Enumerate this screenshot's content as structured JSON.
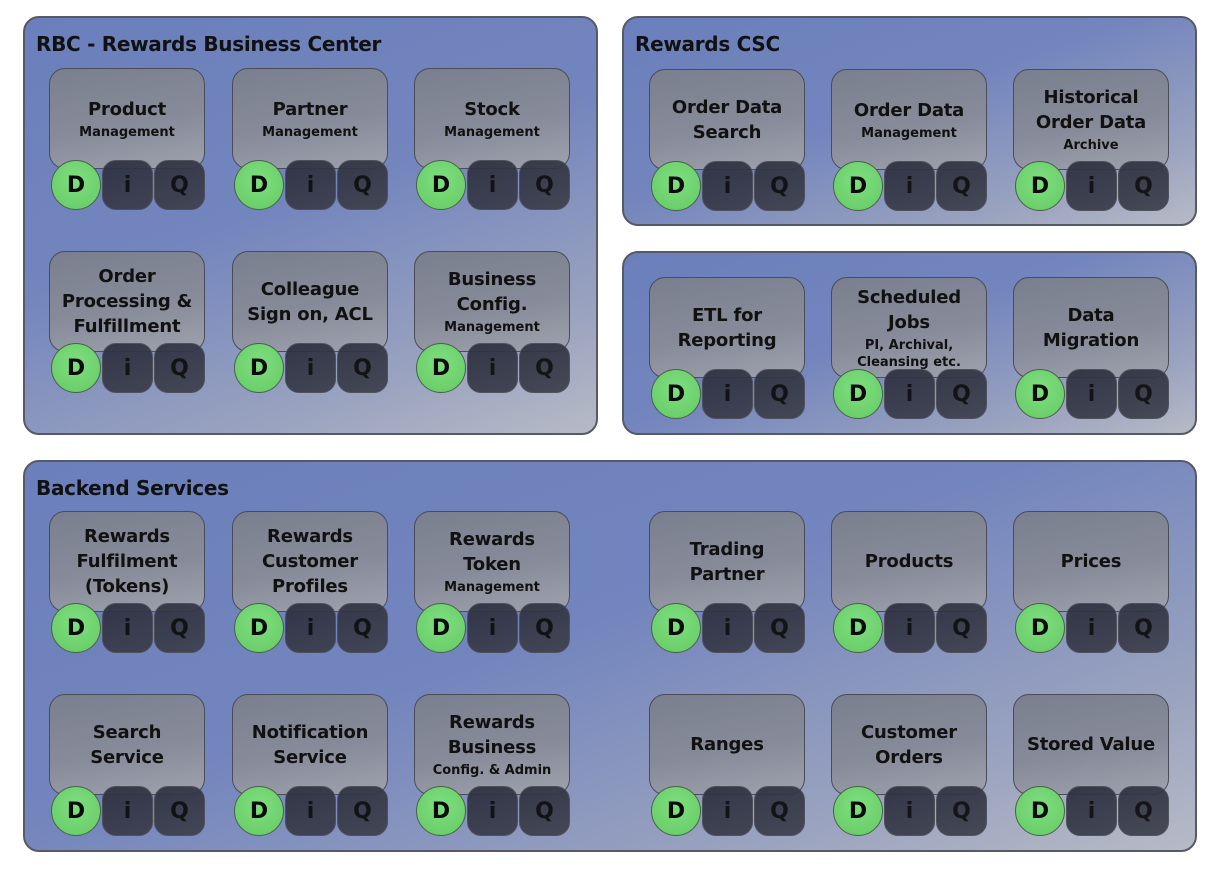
{
  "panels": {
    "rbc": {
      "title": "RBC - Rewards Business Center",
      "tiles": [
        {
          "title": "Product",
          "subtitle": "Management"
        },
        {
          "title": "Partner",
          "subtitle": "Management"
        },
        {
          "title": "Stock",
          "subtitle": "Management"
        },
        {
          "title": "Order\nProcessing &\nFulfillment",
          "subtitle": ""
        },
        {
          "title": "Colleague\nSign on, ACL",
          "subtitle": ""
        },
        {
          "title": "Business\nConfig.",
          "subtitle": "Management"
        }
      ]
    },
    "csc": {
      "title": "Rewards CSC",
      "tiles": [
        {
          "title": "Order Data\nSearch",
          "subtitle": ""
        },
        {
          "title": "Order Data",
          "subtitle": "Management"
        },
        {
          "title": "Historical\nOrder Data",
          "subtitle": "Archive"
        }
      ]
    },
    "jobs": {
      "tiles": [
        {
          "title": "ETL for\nReporting",
          "subtitle": ""
        },
        {
          "title": "Scheduled\nJobs",
          "subtitle": "PI, Archival,\nCleansing etc."
        },
        {
          "title": "Data\nMigration",
          "subtitle": ""
        }
      ]
    },
    "backend": {
      "title": "Backend Services",
      "tiles": [
        {
          "title": "Rewards\nFulfilment\n(Tokens)",
          "subtitle": ""
        },
        {
          "title": "Rewards\nCustomer\nProfiles",
          "subtitle": ""
        },
        {
          "title": "Rewards\nToken",
          "subtitle": "Management"
        },
        {
          "title": "Trading\nPartner",
          "subtitle": ""
        },
        {
          "title": "Products",
          "subtitle": ""
        },
        {
          "title": "Prices",
          "subtitle": ""
        },
        {
          "title": "Search\nService",
          "subtitle": ""
        },
        {
          "title": "Notification\nService",
          "subtitle": ""
        },
        {
          "title": "Rewards\nBusiness",
          "subtitle": "Config. & Admin"
        },
        {
          "title": "Ranges",
          "subtitle": ""
        },
        {
          "title": "Customer\nOrders",
          "subtitle": ""
        },
        {
          "title": "Stored Value",
          "subtitle": ""
        }
      ]
    }
  },
  "badges": {
    "d": "D",
    "i": "i",
    "q": "Q"
  },
  "colors": {
    "panel_blue": "#6a7fbc",
    "badge_green": "#6cd06c",
    "badge_dark": "#34374a",
    "tile_grey": "#878b99"
  }
}
